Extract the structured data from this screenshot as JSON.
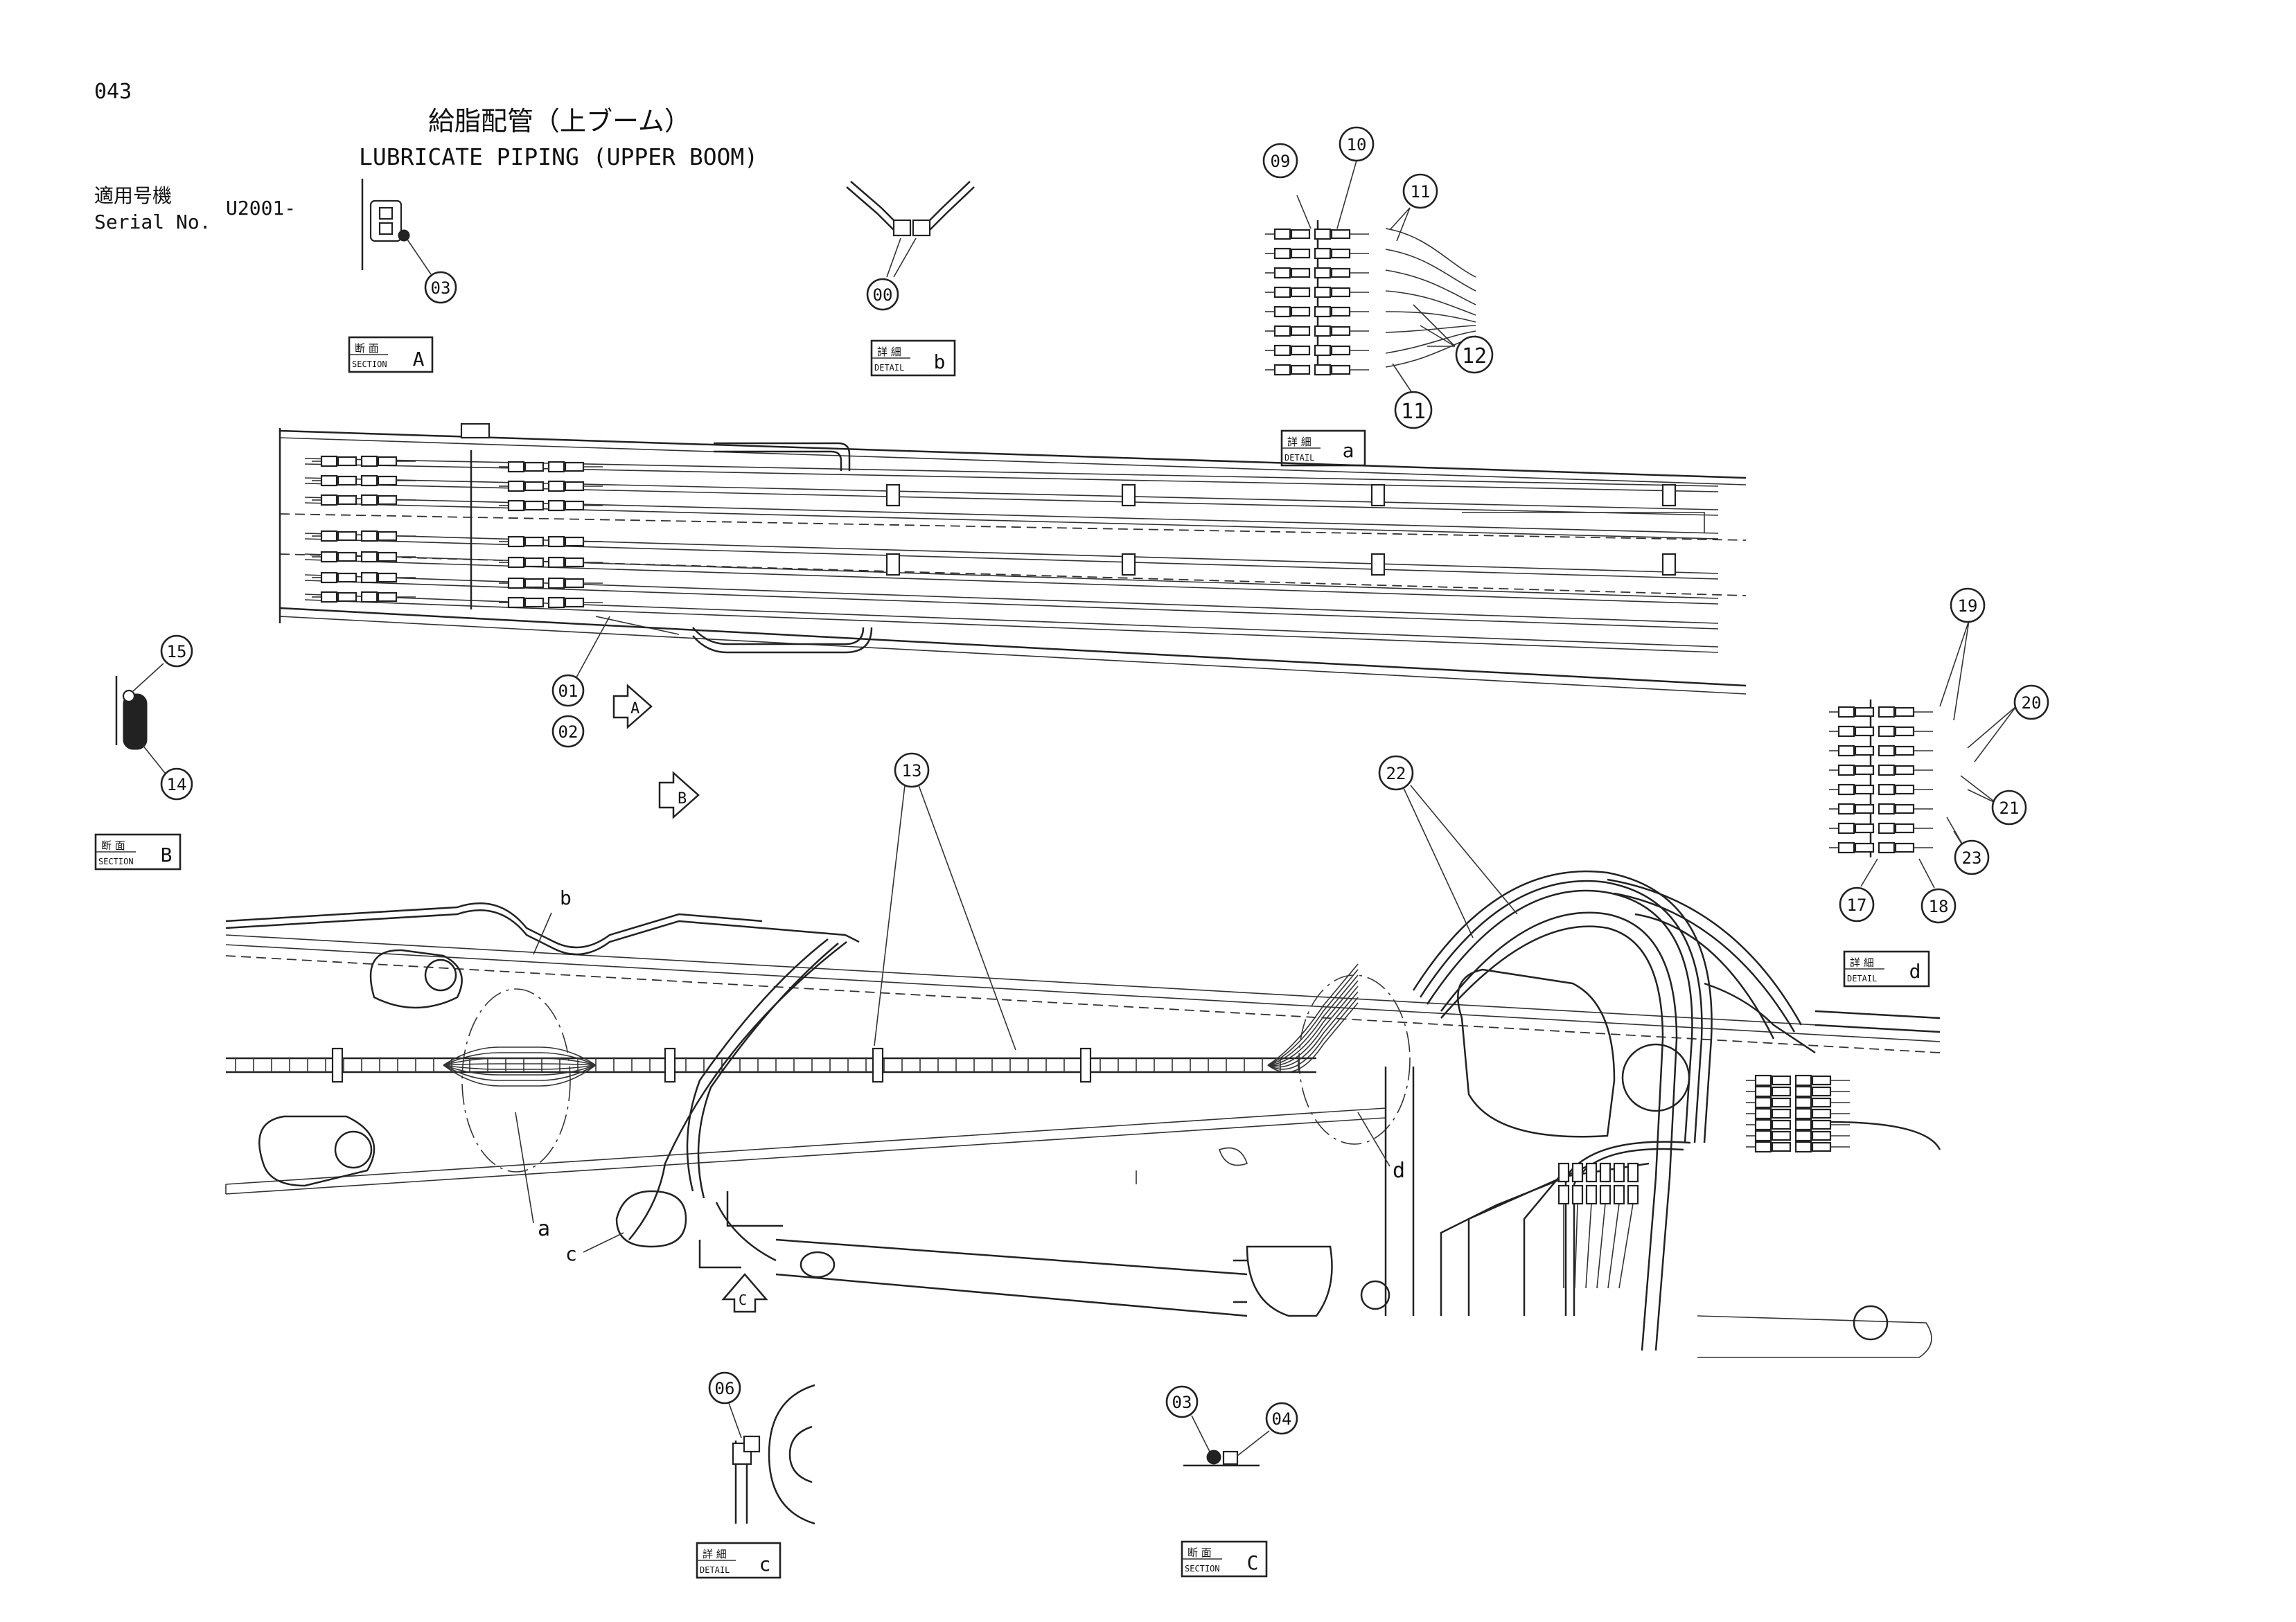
{
  "page_number": "043",
  "title_jp": "給脂配管（上ブーム）",
  "title_en": "LUBRICATE PIPING (UPPER BOOM)",
  "serial_label_jp": "適用号機",
  "serial_label_en": "Serial No.",
  "serial_value": "U2001-",
  "view_tags": [
    {
      "kanji": "断 面",
      "sub": "SECTION",
      "letter": "A"
    },
    {
      "kanji": "詳 細",
      "sub": "DETAIL",
      "letter": "b"
    },
    {
      "kanji": "詳 細",
      "sub": "DETAIL",
      "letter": "a"
    },
    {
      "kanji": "断 面",
      "sub": "SECTION",
      "letter": "B"
    },
    {
      "kanji": "詳 細",
      "sub": "DETAIL",
      "letter": "d"
    },
    {
      "kanji": "詳 細",
      "sub": "DETAIL",
      "letter": "c"
    },
    {
      "kanji": "断 面",
      "sub": "SECTION",
      "letter": "C"
    }
  ],
  "part_callouts": [
    "03",
    "00",
    "09",
    "10",
    "11",
    "12",
    "11",
    "01",
    "02",
    "15",
    "14",
    "13",
    "22",
    "19",
    "20",
    "21",
    "23",
    "17",
    "18",
    "06",
    "03",
    "04"
  ],
  "view_arrows": [
    "A",
    "B",
    "C"
  ],
  "detail_refs": [
    "b",
    "a",
    "c",
    "d"
  ]
}
